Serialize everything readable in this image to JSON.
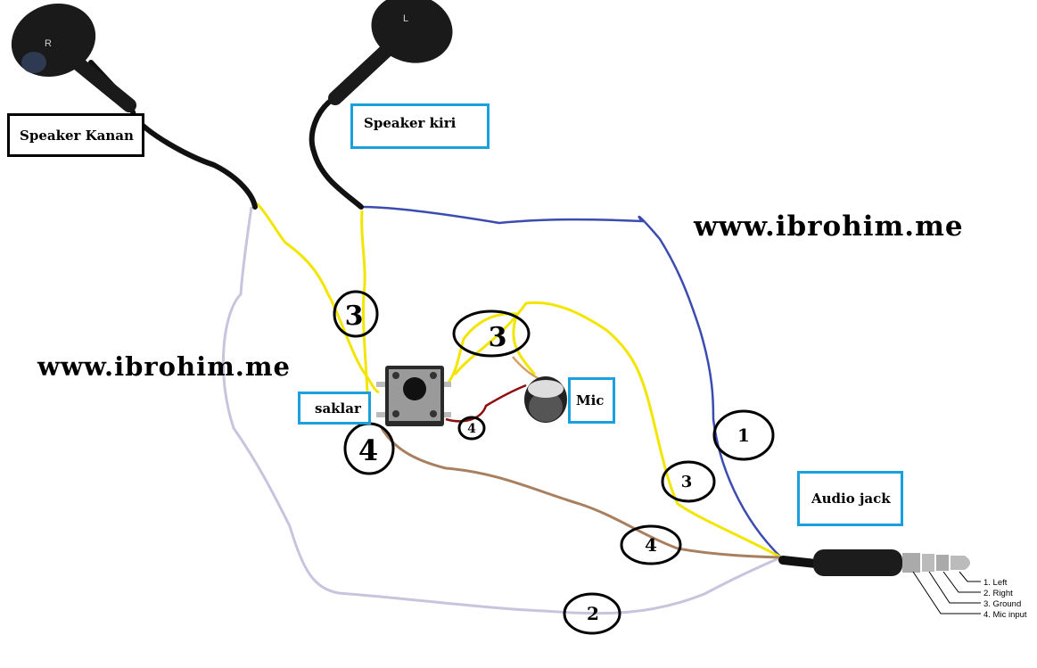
{
  "labels": {
    "speaker_right": "Speaker Kanan",
    "speaker_left": "Speaker kiri",
    "button": "saklar",
    "mic": "Mic",
    "audio_jack": "Audio jack"
  },
  "watermark": {
    "top_right": "www.ibrohim.me",
    "middle_left": "www.ibrohim.me"
  },
  "earbud_marks": {
    "right": "R",
    "left": "L"
  },
  "wire_numbers": {
    "n3_left": "3",
    "n3_center": "3",
    "n4_button": "4",
    "n4_small": "4",
    "n1": "1",
    "n3_right": "3",
    "n4_right": "4",
    "n2": "2"
  },
  "jack_legend": {
    "l1": "1. Left",
    "l2": "2. Right",
    "l3": "3. Ground",
    "l4": "4. Mic input"
  },
  "colors": {
    "ground_wire": "#f2e600",
    "left_wire": "#3c4bb0",
    "right_wire": "#c9c4de",
    "mic_wire": "#a88060",
    "mic_red_wire": "#8b0f0f",
    "label_blue": "#1aa0dc",
    "label_black": "#000000"
  },
  "icons": {
    "earbud": "earbud-icon",
    "button": "tactile-switch-icon",
    "mic": "electret-mic-icon",
    "jack": "trrs-jack-icon"
  }
}
